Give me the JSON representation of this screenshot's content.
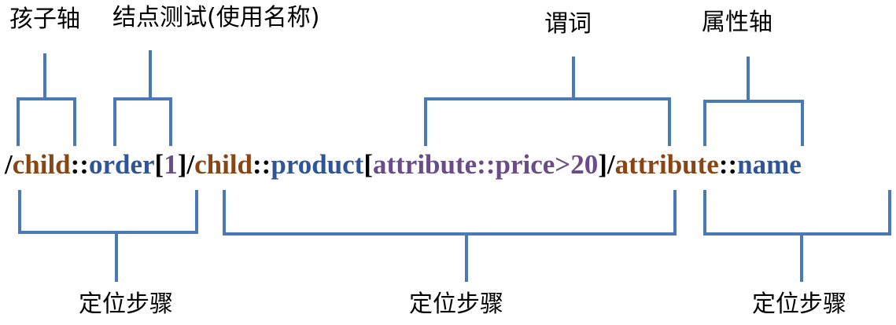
{
  "colors": {
    "line": "#4a7ab5",
    "axis": "#8b4513",
    "nodetest": "#2e5597",
    "predicate": "#6b4c8a",
    "plain": "#000000"
  },
  "labels": {
    "child_axis": "孩子轴",
    "node_test": "结点测试(使用名称)",
    "predicate": "谓词",
    "attribute_axis": "属性轴",
    "location_step": "定位步骤"
  },
  "expression": [
    {
      "text": "/",
      "role": "plain"
    },
    {
      "text": "child",
      "role": "axis"
    },
    {
      "text": "::",
      "role": "plain"
    },
    {
      "text": "order",
      "role": "nodetest"
    },
    {
      "text": "[",
      "role": "plain"
    },
    {
      "text": "1",
      "role": "predicate"
    },
    {
      "text": "]",
      "role": "plain"
    },
    {
      "text": "/",
      "role": "plain"
    },
    {
      "text": "child",
      "role": "axis"
    },
    {
      "text": "::",
      "role": "plain"
    },
    {
      "text": "product",
      "role": "nodetest"
    },
    {
      "text": "[",
      "role": "plain"
    },
    {
      "text": "attribute::price>20",
      "role": "predicate"
    },
    {
      "text": "]",
      "role": "plain"
    },
    {
      "text": "/",
      "role": "plain"
    },
    {
      "text": "attribute",
      "role": "axis"
    },
    {
      "text": "::",
      "role": "plain"
    },
    {
      "text": "name",
      "role": "nodetest"
    }
  ]
}
